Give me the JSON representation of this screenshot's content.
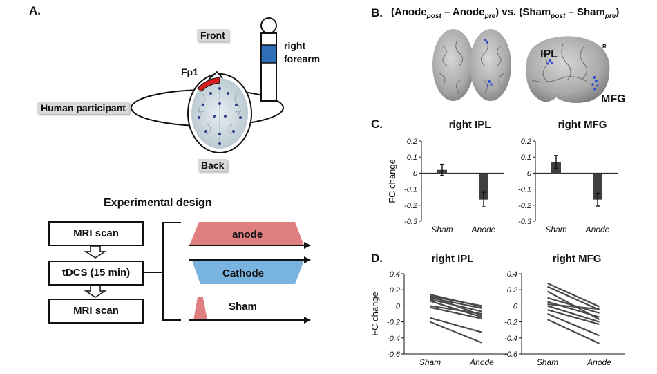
{
  "panel_a": {
    "label": "A.",
    "front": "Front",
    "back": "Back",
    "human_participant": "Human participant",
    "fp1": "Fp1",
    "right_forearm_1": "right",
    "right_forearm_2": "forearm"
  },
  "design": {
    "title": "Experimental design",
    "box1": "MRI scan",
    "box2": "tDCS (15 min)",
    "box3": "MRI scan",
    "anode": "anode",
    "cathode": "Cathode",
    "sham": "Sham",
    "colors": {
      "anode": "#e07f80",
      "cathode": "#79b3e0",
      "sham": "#e07f80"
    }
  },
  "panel_b": {
    "label": "B.",
    "title_parts": [
      "(Anode",
      "post",
      " – Anode",
      "pre",
      ") vs. (Sham",
      "post",
      " – Sham",
      "pre",
      ")"
    ],
    "ipl": "IPL",
    "mfg": "MFG",
    "r": "R"
  },
  "panel_c": {
    "label": "C."
  },
  "panel_d": {
    "label": "D."
  },
  "chart_data": [
    {
      "id": "c-ipl",
      "type": "bar",
      "title": "right IPL",
      "ylabel": "FC change",
      "categories": [
        "Sham",
        "Anode"
      ],
      "values": [
        0.02,
        -0.165
      ],
      "errors": [
        0.035,
        0.045
      ],
      "ylim": [
        -0.3,
        0.2
      ],
      "yticks": [
        "0.2",
        "0.1",
        "0",
        "-0.1",
        "-0.2",
        "-0.3"
      ],
      "ytick_values": [
        0.2,
        0.1,
        0,
        -0.1,
        -0.2,
        -0.3
      ],
      "bar_color": "#3f3f3f"
    },
    {
      "id": "c-mfg",
      "type": "bar",
      "title": "right MFG",
      "ylabel": "",
      "categories": [
        "Sham",
        "Anode"
      ],
      "values": [
        0.07,
        -0.165
      ],
      "errors": [
        0.04,
        0.04
      ],
      "ylim": [
        -0.3,
        0.2
      ],
      "yticks": [
        "0.2",
        "0.1",
        "0",
        "-0.1",
        "-0.2",
        "-0.3"
      ],
      "ytick_values": [
        0.2,
        0.1,
        0,
        -0.1,
        -0.2,
        -0.3
      ],
      "bar_color": "#3f3f3f"
    },
    {
      "id": "d-ipl",
      "type": "line",
      "title": "right IPL",
      "ylabel": "FC change",
      "categories": [
        "Sham",
        "Anode"
      ],
      "ylim": [
        -0.6,
        0.4
      ],
      "yticks": [
        "0.4",
        "0.2",
        "0",
        "-0.2",
        "-0.4",
        "-0.6"
      ],
      "ytick_values": [
        0.4,
        0.2,
        0,
        -0.2,
        -0.4,
        -0.6
      ],
      "series": [
        {
          "values": [
            0.14,
            -0.01
          ]
        },
        {
          "values": [
            0.12,
            0.0
          ]
        },
        {
          "values": [
            0.1,
            -0.03
          ]
        },
        {
          "values": [
            0.08,
            -0.07
          ]
        },
        {
          "values": [
            0.12,
            -0.12
          ]
        },
        {
          "values": [
            0.06,
            -0.14
          ]
        },
        {
          "values": [
            0.0,
            -0.1
          ]
        },
        {
          "values": [
            -0.02,
            -0.16
          ]
        },
        {
          "values": [
            -0.15,
            -0.33
          ]
        },
        {
          "values": [
            -0.2,
            -0.46
          ]
        }
      ],
      "line_color": "#4a4a4a"
    },
    {
      "id": "d-mfg",
      "type": "line",
      "title": "right MFG",
      "ylabel": "",
      "categories": [
        "Sham",
        "Anode"
      ],
      "ylim": [
        -0.6,
        0.4
      ],
      "yticks": [
        "0.4",
        "0.2",
        "0",
        "-0.2",
        "-0.4",
        "-0.6"
      ],
      "ytick_values": [
        0.4,
        0.2,
        0,
        -0.2,
        -0.4,
        -0.6
      ],
      "series": [
        {
          "values": [
            0.28,
            -0.01
          ]
        },
        {
          "values": [
            0.24,
            -0.05
          ]
        },
        {
          "values": [
            0.18,
            -0.17
          ]
        },
        {
          "values": [
            0.1,
            -0.09
          ]
        },
        {
          "values": [
            0.05,
            -0.14
          ]
        },
        {
          "values": [
            0.02,
            -0.04
          ]
        },
        {
          "values": [
            0.0,
            -0.2
          ]
        },
        {
          "values": [
            -0.05,
            -0.23
          ]
        },
        {
          "values": [
            -0.1,
            -0.37
          ]
        },
        {
          "values": [
            -0.17,
            -0.47
          ]
        }
      ],
      "line_color": "#4a4a4a"
    }
  ]
}
